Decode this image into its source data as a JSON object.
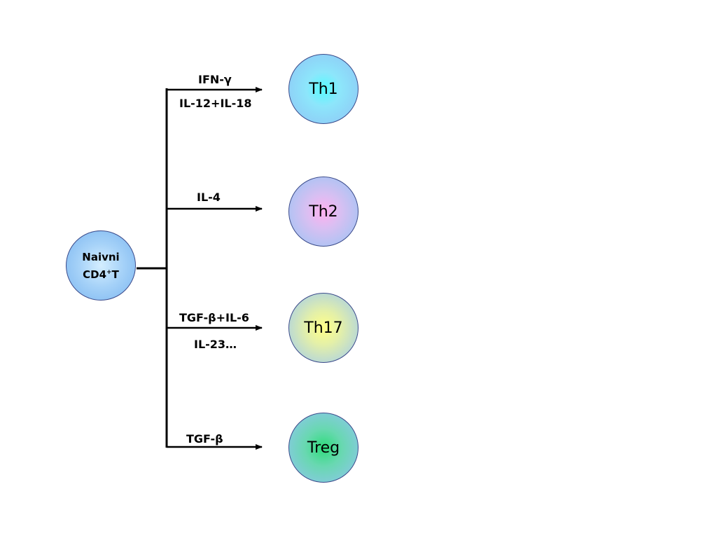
{
  "naive_cell": {
    "line1": "Naivni",
    "line2_main": "CD4",
    "line2_sup": "+",
    "line2_end": "T"
  },
  "branches": [
    {
      "cell": "Th1",
      "label_above": "IFN-γ",
      "label_below": "IL-12+IL-18"
    },
    {
      "cell": "Th2",
      "label_above": "IL-4",
      "label_below": ""
    },
    {
      "cell": "Th17",
      "label_above": "TGF-β+IL-6",
      "label_below": "IL-23…"
    },
    {
      "cell": "Treg",
      "label_above": "TGF-β",
      "label_below": ""
    }
  ]
}
